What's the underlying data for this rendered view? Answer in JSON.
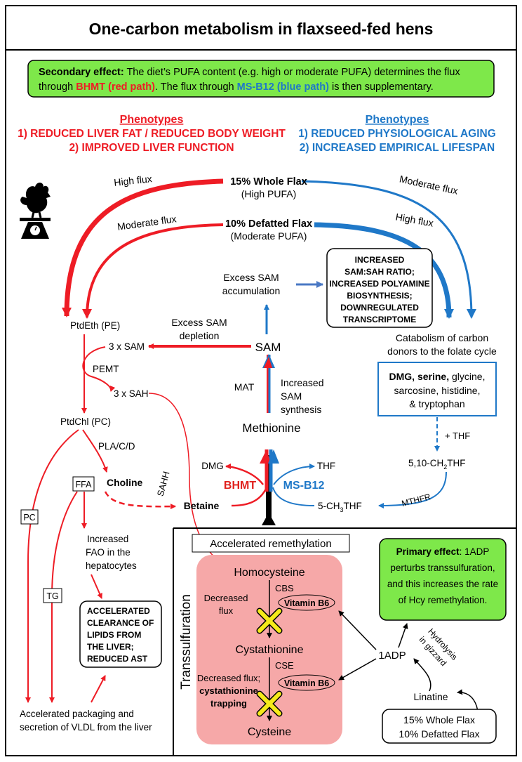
{
  "title": "One-carbon metabolism in flaxseed-fed hens",
  "secondary_box": {
    "label": "Secondary effect:",
    "line1_a": " The diet’s PUFA content (e.g. high or moderate PUFA) determines the flux",
    "line2_a": "through ",
    "bhmt": "BHMT",
    "red_path": "(red path)",
    "line2_b": ". The flux through ",
    "msb12": "MS-B12",
    "blue_path": "(blue path)",
    "line2_c": " is then supplementary."
  },
  "phenotypes_left": {
    "heading": "Phenotypes",
    "line1": "1) REDUCED LIVER FAT / REDUCED BODY WEIGHT",
    "line2": "2) IMPROVED LIVER FUNCTION"
  },
  "phenotypes_right": {
    "heading": "Phenotypes",
    "line1": "1) REDUCED PHYSIOLOGICAL AGING",
    "line2": "2) INCREASED EMPIRICAL LIFESPAN"
  },
  "flows": {
    "high_flux": "High flux",
    "moderate_flux": "Moderate flux",
    "whole_flax": "15% Whole Flax",
    "high_pufa": "(High PUFA)",
    "defatted_flax": "10% Defatted Flax",
    "moderate_pufa": "(Moderate PUFA)"
  },
  "sam_box": {
    "lines": [
      "INCREASED",
      "SAM:SAH RATIO;",
      "INCREASED POLYAMINE",
      "BIOSYNTHESIS;",
      "DOWNREGULATED",
      "TRANSCRIPTOME"
    ]
  },
  "labels": {
    "excess_sam_acc1": "Excess SAM",
    "excess_sam_acc2": "accumulation",
    "ptdeth": "PtdEth (PE)",
    "excess_sam_dep1": "Excess SAM",
    "excess_sam_dep2": "depletion",
    "sam": "SAM",
    "three_sam": "3 x SAM",
    "pemt": "PEMT",
    "three_sah": "3 x SAH",
    "mat": "MAT",
    "increased": "Increased",
    "sam_word": "SAM",
    "synthesis": "synthesis",
    "methionine": "Methionine",
    "ptdchl": "PtdChl (PC)",
    "pla": "PLA/C/D",
    "sahh": "SAHH",
    "dmg": "DMG",
    "thf": "THF",
    "bhmt": "BHMT",
    "msb12": "MS-B12",
    "ffa": "FFA",
    "choline": "Choline",
    "betaine": "Betaine",
    "ch3thf": "5-CH",
    "ch3thf_sub": "3",
    "ch3thf_end": "THF",
    "pc": "PC",
    "increased_fao1": "Increased",
    "increased_fao2": "FAO in the",
    "increased_fao3": "hepatocytes",
    "tg": "TG",
    "catabolism1": "Catabolism of carbon",
    "catabolism2": "donors to the folate cycle",
    "plus_thf": "+ THF",
    "ch2thf": "5,10-CH",
    "ch2thf_sub": "2",
    "ch2thf_end": "THF",
    "mthfr": "MTHFR",
    "packaging1": "Accelerated packaging and",
    "packaging2": "secretion of VLDL from the liver"
  },
  "donors_box": {
    "line1_bold": "DMG, serine,",
    "line1_rest": " glycine,",
    "line2": "sarcosine, histidine,",
    "line3": "& tryptophan"
  },
  "clearance_box": {
    "lines": [
      "ACCELERATED",
      "CLEARANCE OF",
      "LIPIDS FROM",
      "THE LIVER;",
      "REDUCED AST"
    ]
  },
  "transsulfuration": {
    "side_label": "Transsulfuration",
    "accelerated": "Accelerated remethylation",
    "homocysteine": "Homocysteine",
    "cbs": "CBS",
    "decreased1": "Decreased",
    "decreased2": "flux",
    "vitamin_b6": "Vitamin B6",
    "cystathionine": "Cystathionine",
    "cse": "CSE",
    "decreased_flux": "Decreased flux;",
    "cys_trap1": "cystathionine",
    "cys_trap2": "trapping",
    "cysteine": "Cysteine"
  },
  "primary_box": {
    "label": "Primary effect",
    "line1_rest": ": 1ADP",
    "line2": "perturbs transsulfuration,",
    "line3": "and this increases the rate",
    "line4": "of Hcy remethylation."
  },
  "adp": {
    "adp": "1ADP",
    "hydrolysis1": "Hydrolysis",
    "hydrolysis2": "in gizzard",
    "linatine": "Linatine",
    "diet1": "15% Whole Flax",
    "diet2": "10% Defatted Flax"
  },
  "colors": {
    "red": "#ee1c25",
    "blue": "#1f78c8",
    "green": "#7ee84a",
    "pink": "#f6a8a8",
    "bhmt_red": "#e0201c"
  }
}
